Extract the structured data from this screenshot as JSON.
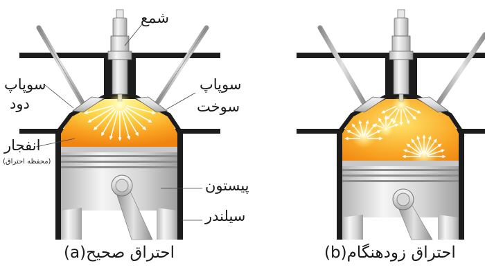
{
  "labels": {
    "spark_plug": "شمع",
    "exhaust_valve_1": "سوپاپ",
    "exhaust_valve_2": "دود",
    "intake_valve_1": "سوپاپ",
    "intake_valve_2": "سوخت",
    "explosion": "انفجار",
    "combustion_chamber": "(محفظه احتراق)",
    "piston": "پیستون",
    "cylinder": "سیلندر"
  },
  "captions": {
    "a": "احتراق صحیح(a)",
    "b": "احتراق زودهنگام(b)"
  },
  "colors": {
    "block": "#1c1c1c",
    "flame_center": "#fff27a",
    "flame_edge": "#f08a14",
    "metal_light": "#e9e9e9",
    "metal_dark": "#9a9a9a"
  }
}
